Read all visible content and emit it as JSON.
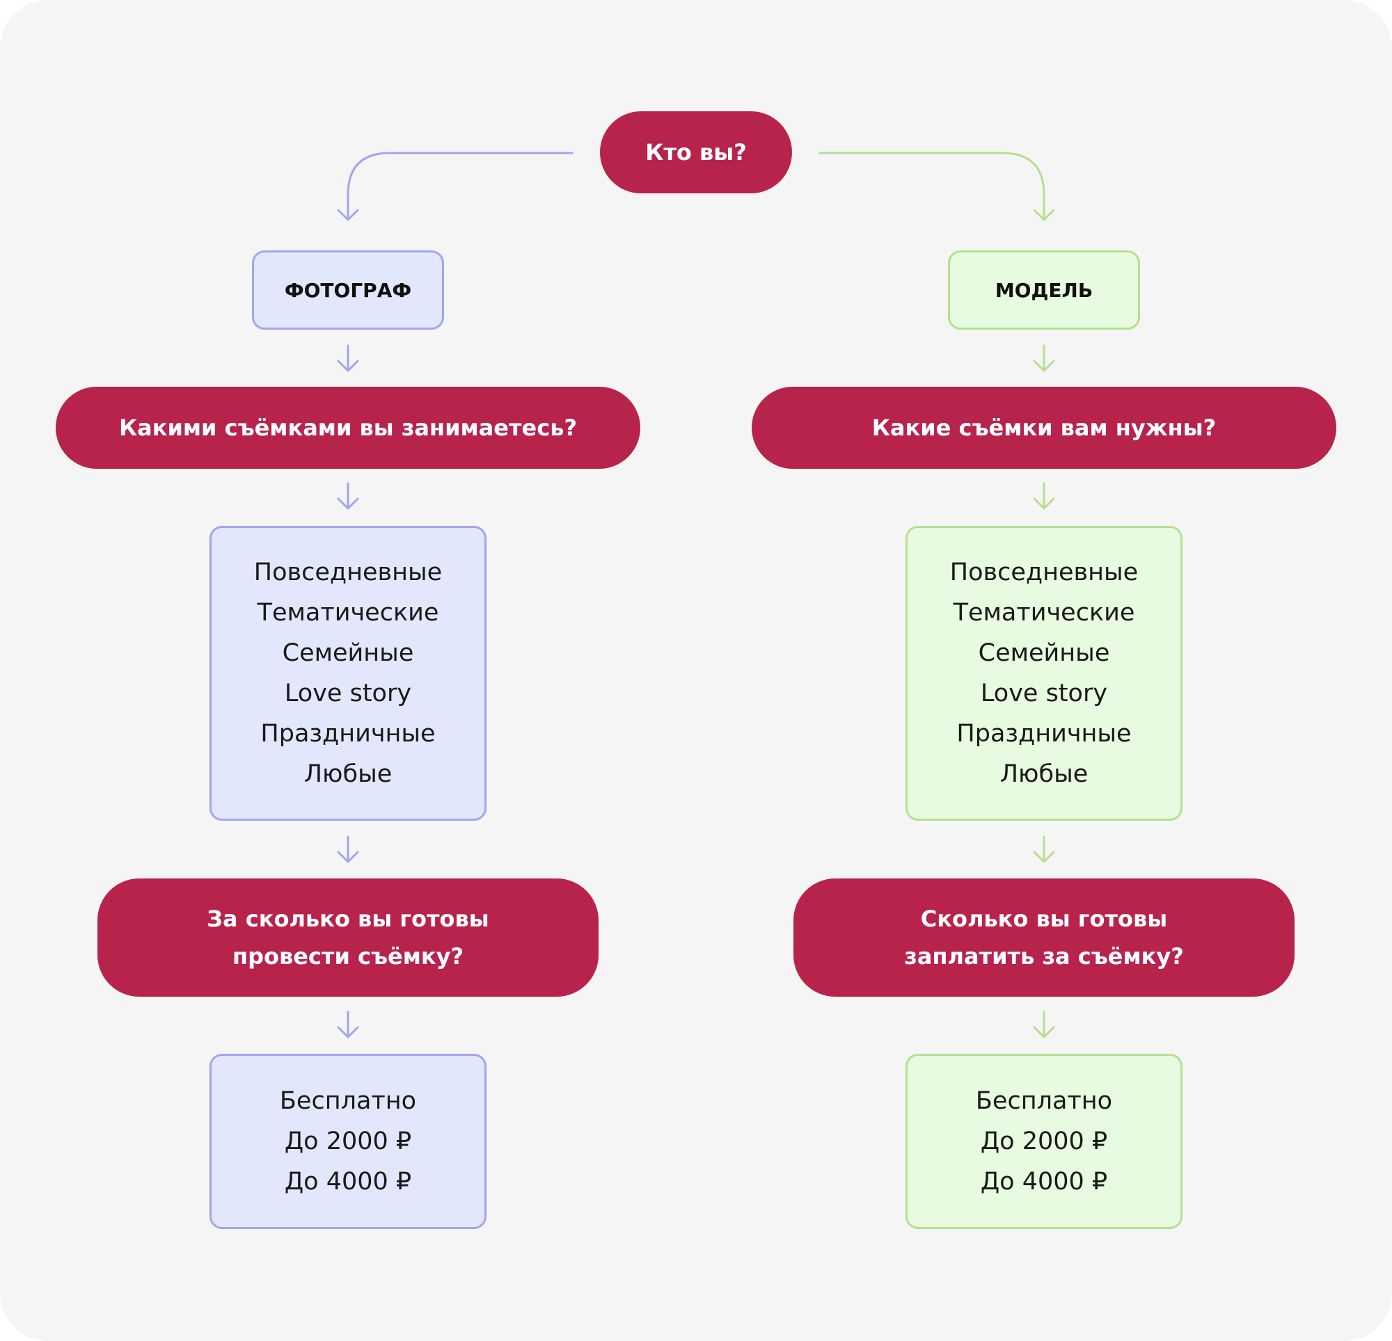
{
  "colors": {
    "question_fill": "#b8234c",
    "photographer_fill": "#e2e7fb",
    "photographer_stroke": "#a2a6ea",
    "model_fill": "#e6fbdf",
    "model_stroke": "#b5df92"
  },
  "root_question": "Кто вы?",
  "photographer": {
    "role": "ФОТОГРАФ",
    "shoots_question": "Какими съёмками вы занимаетесь?",
    "shoot_types": [
      "Повседневные",
      "Тематические",
      "Семейные",
      "Love story",
      "Праздничные",
      "Любые"
    ],
    "price_question": "За сколько вы готовы\nпровести съёмку?",
    "prices": [
      "Бесплатно",
      "До 2000 ₽",
      "До 4000 ₽"
    ]
  },
  "model": {
    "role": "МОДЕЛЬ",
    "shoots_question": "Какие съёмки вам нужны?",
    "shoot_types": [
      "Повседневные",
      "Тематические",
      "Семейные",
      "Love story",
      "Праздничные",
      "Любые"
    ],
    "price_question": "Сколько вы готовы\nзаплатить за съёмку?",
    "prices": [
      "Бесплатно",
      "До 2000 ₽",
      "До 4000 ₽"
    ]
  }
}
